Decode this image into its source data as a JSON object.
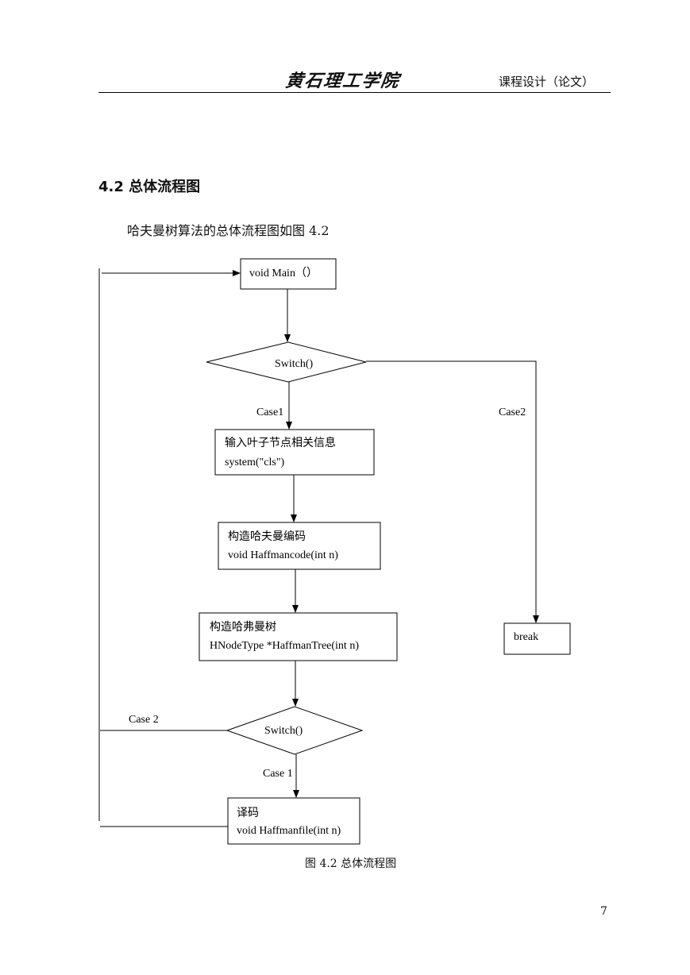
{
  "header": {
    "logo_text": "黄石理工学院",
    "doc_type": "课程设计（论文）"
  },
  "section": {
    "heading": "4.2 总体流程图",
    "intro": "哈夫曼树算法的总体流程图如图 4.2"
  },
  "flowchart": {
    "main_box": "void Main（）",
    "switch1": "Switch()",
    "case1_label": "Case1",
    "case2_label": "Case2",
    "input_box": {
      "line1": "输入叶子节点相关信息",
      "line2": "system(\"cls\")"
    },
    "code_box": {
      "line1": "构造哈夫曼编码",
      "line2": "void Haffmancode(int n)"
    },
    "tree_box": {
      "line1": "构造哈弗曼树",
      "line2": "HNodeType *HaffmanTree(int n)"
    },
    "break_box": "break",
    "switch2": "Switch()",
    "case2_left_label": "Case 2",
    "case1_bottom_label": "Case 1",
    "decode_box": {
      "line1": "译码",
      "line2": "void Haffmanfile(int n)"
    }
  },
  "caption": "图 4.2 总体流程图",
  "page_number": "7"
}
